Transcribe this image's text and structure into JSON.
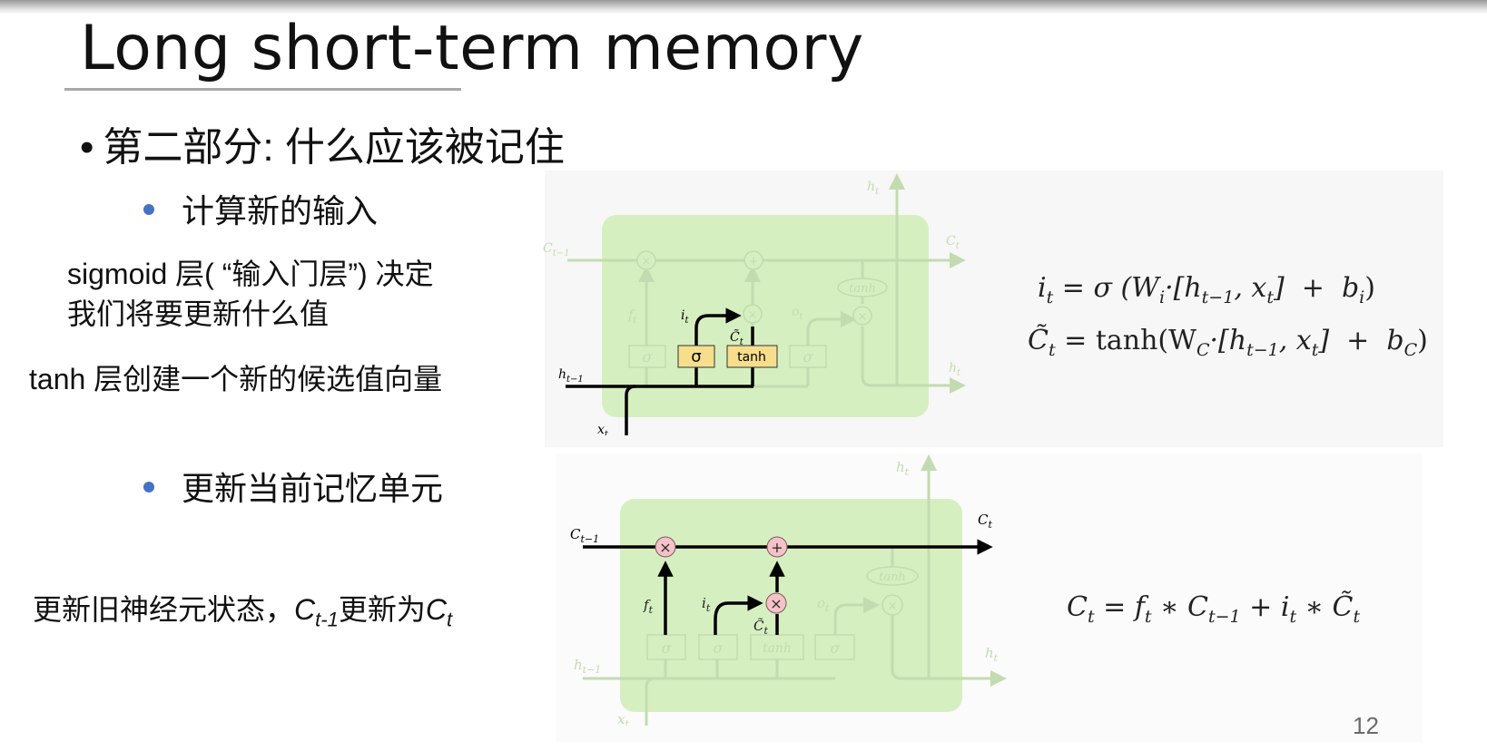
{
  "slide": {
    "title": "Long short-term memory",
    "bullet": "第二部分: 什么应该被记住",
    "bullet_dot": "•",
    "page_number": "12"
  },
  "section1": {
    "heading": "计算新的输入",
    "sigmoid_note_line1": "sigmoid 层( “输入门层”) 决定",
    "sigmoid_note_line2": "我们将要更新什么值",
    "tanh_note": "tanh 层创建一个新的候选值向量"
  },
  "section2": {
    "heading": "更新当前记忆单元",
    "note_prefix": "更新旧神经元状态，",
    "note_c_prev": "C",
    "note_c_prev_sub": "t-1",
    "note_mid": "更新为",
    "note_c": "C",
    "note_c_sub": "t"
  },
  "diagram1": {
    "labels": {
      "c_prev": {
        "base": "C",
        "sub": "t−1"
      },
      "c_t": {
        "base": "C",
        "sub": "t"
      },
      "h_top": {
        "base": "h",
        "sub": "t"
      },
      "h_right": {
        "base": "h",
        "sub": "t"
      },
      "h_prev": {
        "base": "h",
        "sub": "t−1"
      },
      "x_t": {
        "base": "x",
        "sub": "t"
      },
      "f_t": {
        "base": "f",
        "sub": "t"
      },
      "i_t": {
        "base": "i",
        "sub": "t"
      },
      "o_t": {
        "base": "o",
        "sub": "t"
      },
      "c_tilde": {
        "base": "C̃",
        "sub": "t"
      }
    },
    "sigma": "σ",
    "tanh": "tanh",
    "times": "×",
    "plus": "+"
  },
  "equations": {
    "eq1": [
      [
        "i",
        0
      ],
      [
        "t",
        1
      ],
      [
        " = σ (W",
        0
      ],
      [
        "i",
        1
      ],
      [
        "·[h",
        0
      ],
      [
        "t−1",
        1
      ],
      [
        ", x",
        0
      ],
      [
        "t",
        1
      ],
      [
        "]  +  b",
        0
      ],
      [
        "i",
        1
      ],
      [
        ")",
        0
      ]
    ],
    "eq2": [
      [
        "C̃",
        0
      ],
      [
        "t",
        1
      ],
      [
        " = tanh(W",
        0
      ],
      [
        "C",
        1
      ],
      [
        "·[h",
        0
      ],
      [
        "t−1",
        1
      ],
      [
        ", x",
        0
      ],
      [
        "t",
        1
      ],
      [
        "]  +  b",
        0
      ],
      [
        "C",
        1
      ],
      [
        ")",
        0
      ]
    ],
    "eq3": [
      [
        "C",
        0
      ],
      [
        "t",
        1
      ],
      [
        " = f",
        0
      ],
      [
        "t",
        1
      ],
      [
        " ∗ C",
        0
      ],
      [
        "t−1",
        1
      ],
      [
        " + i",
        0
      ],
      [
        "t",
        1
      ],
      [
        " ∗ C̃",
        0
      ],
      [
        "t",
        1
      ]
    ]
  },
  "colors": {
    "cell_green": "#d6efc0",
    "faint_line": "#c3dbb0",
    "gate_yellow": "#f6de8c",
    "op_pink": "#f4c2c8",
    "bullet_blue": "#4472c4"
  }
}
